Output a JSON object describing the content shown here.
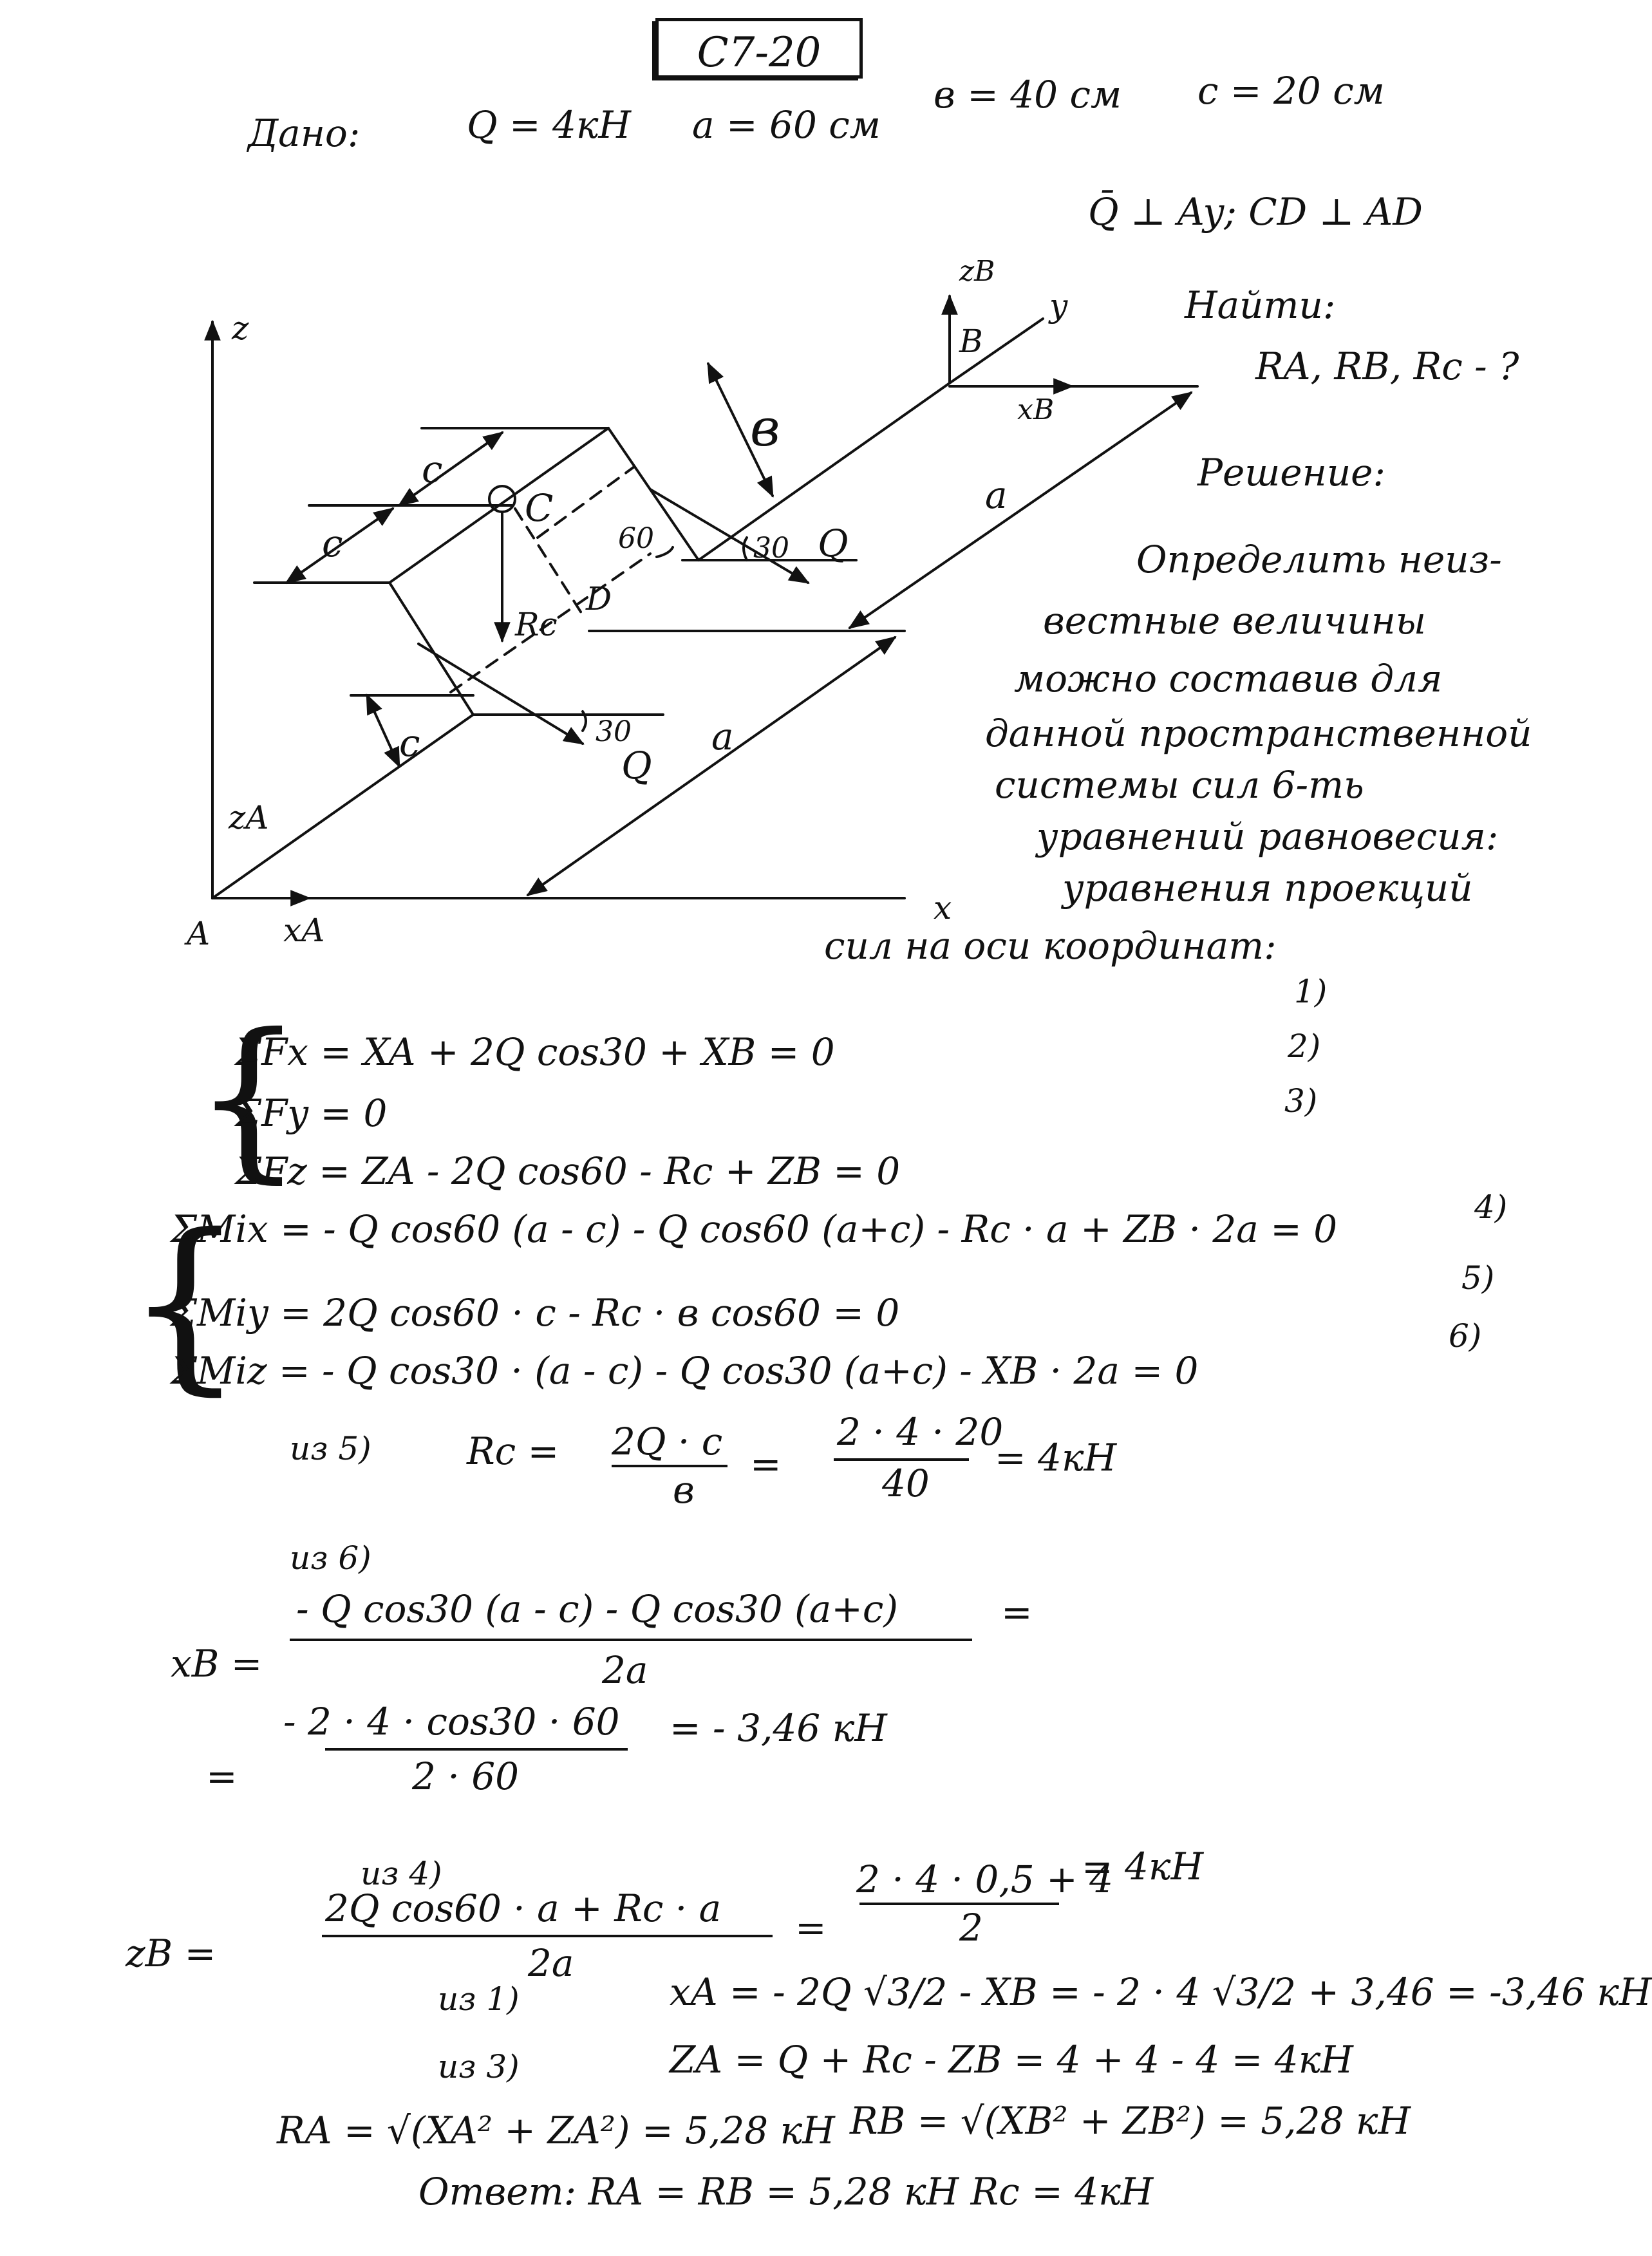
{
  "title": "C7-20",
  "given": {
    "label": "Дано:",
    "Q": "Q = 4кН",
    "a": "a = 60 см",
    "b": "в = 40 см",
    "c": "c = 20 см",
    "conditions": "Q̄ ⊥ Ay; CD ⊥ AD"
  },
  "find": {
    "label": "Найти:",
    "targets": "RA, RB, Rc - ?"
  },
  "solution_heading": "Решение:",
  "solution_text": [
    "Определить неиз-",
    "вестные величины",
    "можно составив для",
    "данной пространственной",
    "системы сил 6-ть",
    "уравнений равновесия:",
    "уравнения проекций",
    "сил на оси координат:"
  ],
  "diagram_labels": {
    "z": "z",
    "zB": "zB",
    "y": "y",
    "B": "B",
    "xB": "xB",
    "b": "в",
    "c_top": "c",
    "c_mid": "c",
    "c_low": "c",
    "C": "C",
    "a_top": "a",
    "a_low": "a",
    "angle60": "60",
    "angle30_top": "30",
    "Q_top": "Q",
    "angle30_low": "30",
    "Q_low": "Q",
    "Rc": "Rc",
    "D": "D",
    "zA": "zA",
    "A": "A",
    "xA": "xA",
    "x": "x"
  },
  "eq_numbers": [
    "1)",
    "2)",
    "3)",
    "4)",
    "5)",
    "6)"
  ],
  "projection_eqs": [
    "ΣFx = XA + 2Q cos30 + XB = 0",
    "ΣFy = 0",
    "ΣFz = ZA - 2Q cos60 - Rc + ZB = 0"
  ],
  "moment_eqs": [
    "ΣMix = - Q cos60 (a - c) - Q cos60 (a+c) - Rc · a + ZB · 2a = 0",
    "ΣMiy = 2Q cos60 · c - Rc · в cos60 = 0",
    "ΣMiz = - Q cos30 · (a - c) - Q cos30 (a+c) - XB · 2a = 0"
  ],
  "calc": {
    "from5_label": "из 5)",
    "rc_lhs": "Rc =",
    "rc_num": "2Q · c",
    "rc_den": "в",
    "rc_eq": "=",
    "rc_num2": "2 · 4 · 20",
    "rc_den2": "40",
    "rc_result": "= 4кН",
    "from6_label": "из 6)",
    "xb_lhs": "xB =",
    "xb_num": "- Q cos30 (a - c) - Q cos30 (a+c)",
    "xb_den": "2a",
    "xb_eq": "=",
    "xb_eq2": "=",
    "xb_num2": "- 2 · 4 · cos30 · 60",
    "xb_den2": "2 · 60",
    "xb_result": "= - 3,46 кН",
    "from4_label": "из 4)",
    "zb_lhs": "zB =",
    "zb_num": "2Q cos60 · a + Rc · a",
    "zb_den": "2a",
    "zb_eq": "=",
    "zb_num2": "2 · 4 · 0,5 + 4",
    "zb_den2": "2",
    "zb_result": "= 4кН",
    "from1_label": "из 1)",
    "xa_line": "xA = - 2Q √3/2 - XB = - 2 · 4 √3/2 + 3,46 = -3,46 кН",
    "from3_label": "из 3)",
    "za_line": "ZA = Q + Rc - ZB = 4 + 4 - 4 = 4кН",
    "ra_line": "RA = √(XA² + ZA²) = 5,28 кН",
    "rb_line": "RB = √(XB² + ZB²) = 5,28 кН",
    "answer": "Ответ: RA = RB = 5,28 кН   Rc = 4кН"
  }
}
